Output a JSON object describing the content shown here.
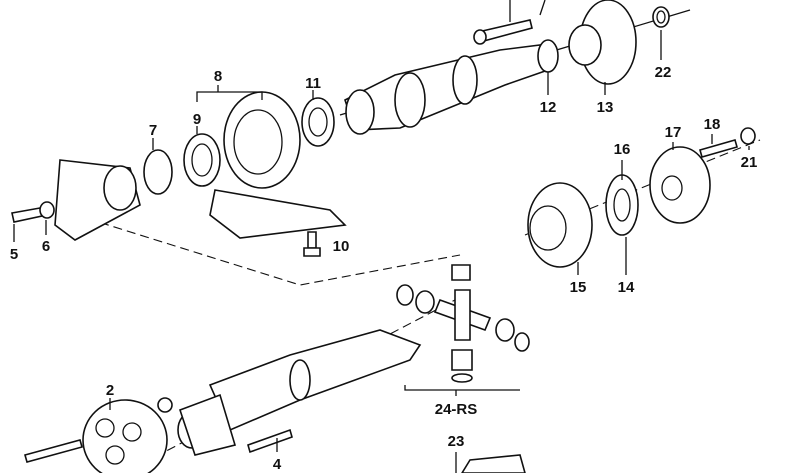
{
  "diagram": {
    "labels": {
      "p2": "2",
      "p4": "4",
      "p5": "5",
      "p6": "6",
      "p7": "7",
      "p8": "8",
      "p9": "9",
      "p10": "10",
      "p11": "11",
      "p12": "12",
      "p13": "13",
      "p14": "14",
      "p15": "15",
      "p16": "16",
      "p17": "17",
      "p18": "18",
      "p21": "21",
      "p22": "22",
      "p23": "23",
      "p24": "24-RS"
    }
  }
}
